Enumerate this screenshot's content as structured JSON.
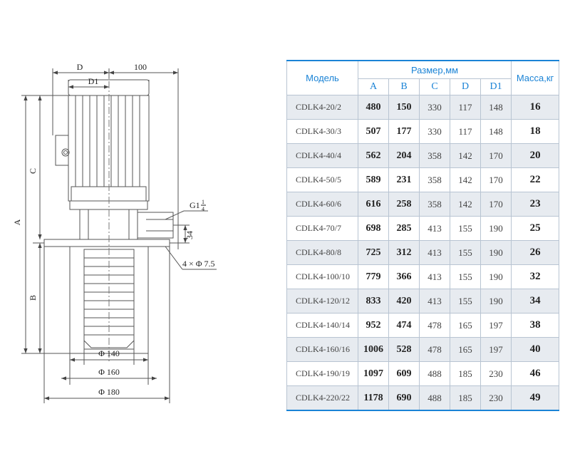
{
  "drawing": {
    "labels": {
      "D": "D",
      "dim100": "100",
      "D1": "D1",
      "C": "C",
      "A": "A",
      "B": "B",
      "G": "G1",
      "Gfrac_num": "1",
      "Gfrac_den": "4",
      "dim34": "34",
      "holes": "4 × Φ 7.5",
      "phi140": "Φ 140",
      "phi160": "Φ 160",
      "phi180": "Φ 180"
    }
  },
  "table": {
    "model_header": "Модель",
    "size_header": "Размер,мм",
    "mass_header": "Масса,кг",
    "columns": [
      "A",
      "B",
      "C",
      "D",
      "D1"
    ],
    "rows": [
      {
        "model": "CDLK4-20/2",
        "A": "480",
        "B": "150",
        "C": "330",
        "D": "117",
        "D1": "148",
        "mass": "16"
      },
      {
        "model": "CDLK4-30/3",
        "A": "507",
        "B": "177",
        "C": "330",
        "D": "117",
        "D1": "148",
        "mass": "18"
      },
      {
        "model": "CDLK4-40/4",
        "A": "562",
        "B": "204",
        "C": "358",
        "D": "142",
        "D1": "170",
        "mass": "20"
      },
      {
        "model": "CDLK4-50/5",
        "A": "589",
        "B": "231",
        "C": "358",
        "D": "142",
        "D1": "170",
        "mass": "22"
      },
      {
        "model": "CDLK4-60/6",
        "A": "616",
        "B": "258",
        "C": "358",
        "D": "142",
        "D1": "170",
        "mass": "23"
      },
      {
        "model": "CDLK4-70/7",
        "A": "698",
        "B": "285",
        "C": "413",
        "D": "155",
        "D1": "190",
        "mass": "25"
      },
      {
        "model": "CDLK4-80/8",
        "A": "725",
        "B": "312",
        "C": "413",
        "D": "155",
        "D1": "190",
        "mass": "26"
      },
      {
        "model": "CDLK4-100/10",
        "A": "779",
        "B": "366",
        "C": "413",
        "D": "155",
        "D1": "190",
        "mass": "32"
      },
      {
        "model": "CDLK4-120/12",
        "A": "833",
        "B": "420",
        "C": "413",
        "D": "155",
        "D1": "190",
        "mass": "34"
      },
      {
        "model": "CDLK4-140/14",
        "A": "952",
        "B": "474",
        "C": "478",
        "D": "165",
        "D1": "197",
        "mass": "38"
      },
      {
        "model": "CDLK4-160/16",
        "A": "1006",
        "B": "528",
        "C": "478",
        "D": "165",
        "D1": "197",
        "mass": "40"
      },
      {
        "model": "CDLK4-190/19",
        "A": "1097",
        "B": "609",
        "C": "488",
        "D": "185",
        "D1": "230",
        "mass": "46"
      },
      {
        "model": "CDLK4-220/22",
        "A": "1178",
        "B": "690",
        "C": "488",
        "D": "185",
        "D1": "230",
        "mass": "49"
      }
    ]
  }
}
